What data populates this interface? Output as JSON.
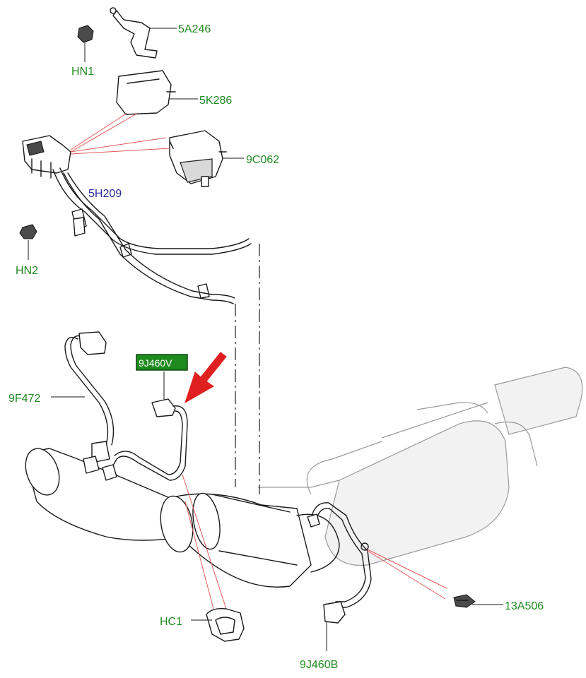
{
  "callouts": {
    "c5A246": "5A246",
    "cHN1": "HN1",
    "c5K286": "5K286",
    "c9C062": "9C062",
    "c5H209": "5H209",
    "cHN2": "HN2",
    "c9F472": "9F472",
    "c9J460V": "9J460V",
    "cHC1": "HC1",
    "c13A506": "13A506",
    "c9J460B": "9J460B"
  },
  "colors": {
    "green_label": "#1f8a1f",
    "blue_label": "#2a2a9a",
    "highlight_bg": "#1f8a1f",
    "arrow_red": "#e02020"
  }
}
